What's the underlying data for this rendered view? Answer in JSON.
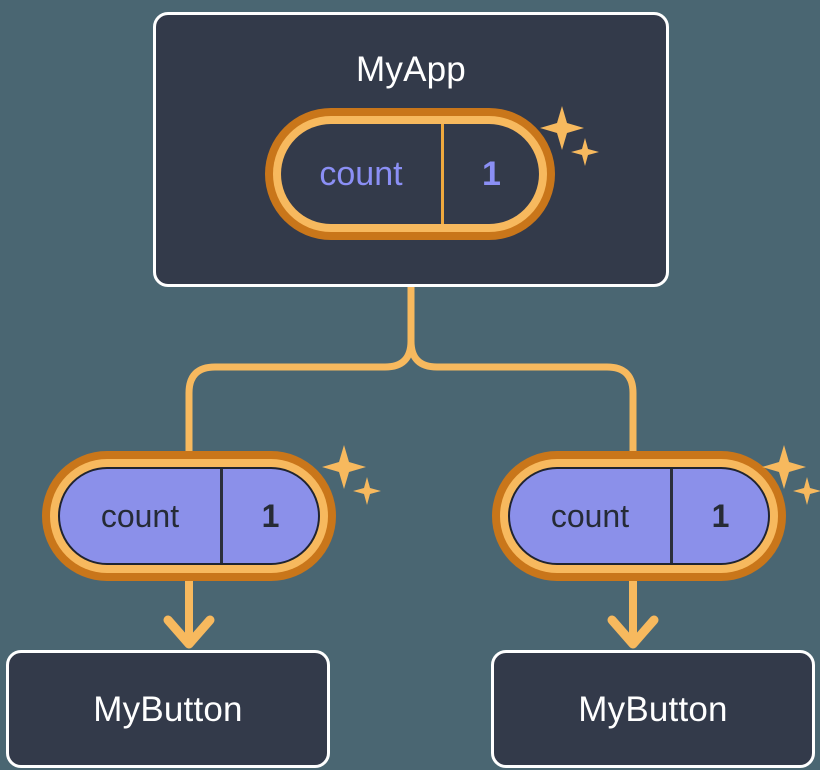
{
  "diagram": {
    "type": "component-state-tree",
    "background_color": "#4a6672",
    "accent_color": "#f7b95e",
    "accent_dark_color": "#c9761a",
    "card_fill_color": "#333a4a",
    "pill_fill_color": "#8b90ea",
    "state_text_color": "#8b8ff5"
  },
  "root": {
    "title": "MyApp",
    "state": {
      "key": "count",
      "value": "1"
    }
  },
  "branches": [
    {
      "state": {
        "key": "count",
        "value": "1"
      },
      "child": {
        "title": "MyButton"
      }
    },
    {
      "state": {
        "key": "count",
        "value": "1"
      },
      "child": {
        "title": "MyButton"
      }
    }
  ],
  "icons": {
    "sparkle_large": "sparkle-icon",
    "sparkle_small": "sparkle-small-icon",
    "arrow_down": "arrow-down-icon",
    "branch_connector": "branch-connector-icon"
  }
}
